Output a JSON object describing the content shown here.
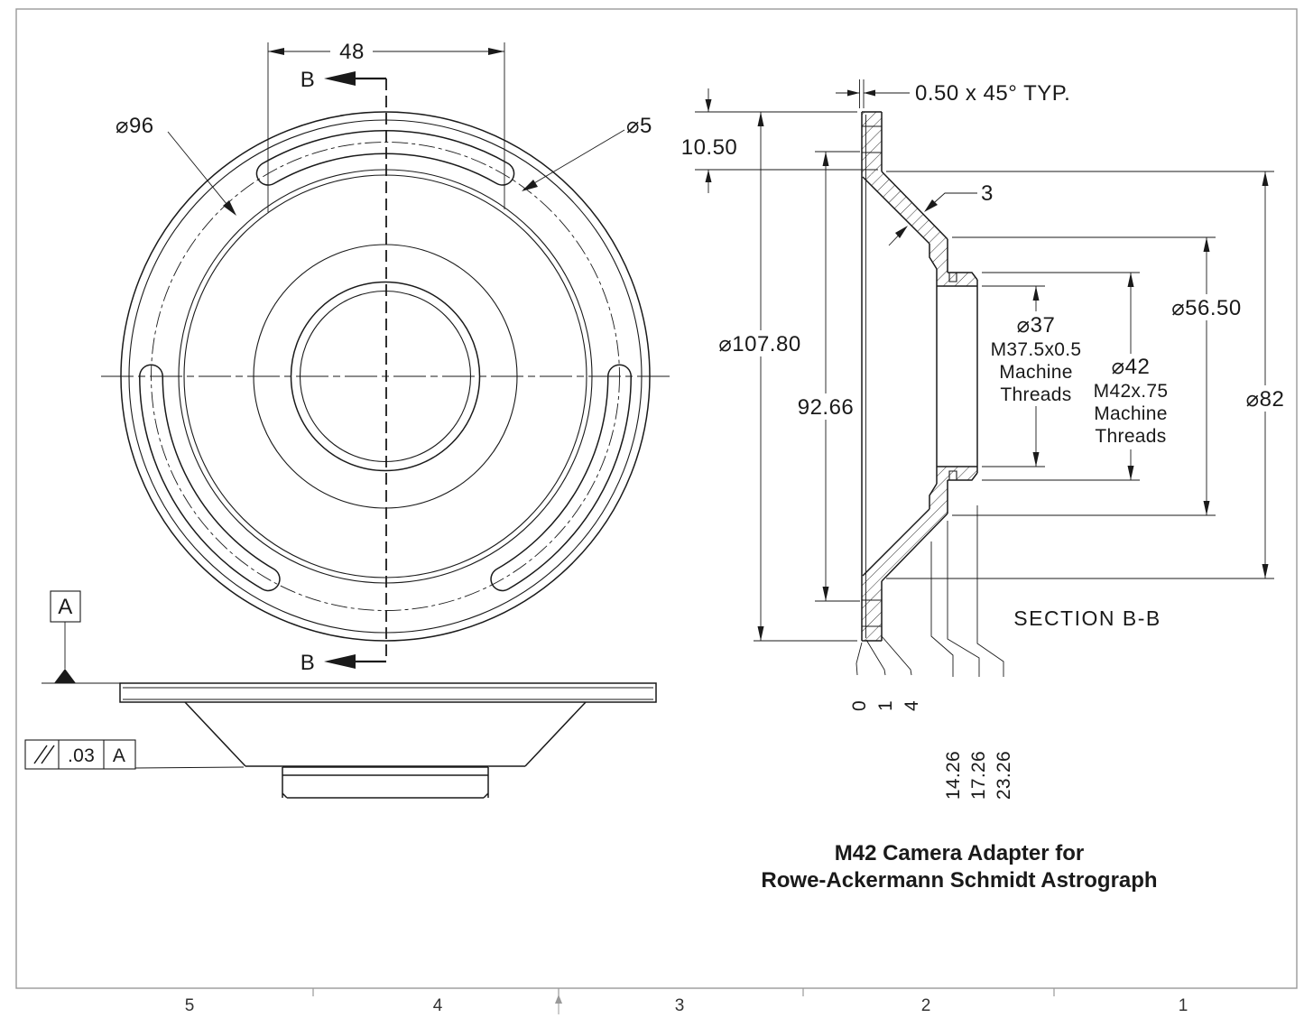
{
  "drawing": {
    "front_view": {
      "width_dim": "48",
      "bolt_circle_label": "⌀96",
      "slot_dia_label": "⌀5",
      "cut_label_top": "B",
      "cut_label_bottom": "B"
    },
    "datum": {
      "label": "A"
    },
    "fcf": {
      "symbol": "//",
      "tolerance": ".03",
      "datum_ref": "A"
    },
    "section_view": {
      "chamfer_note": "0.50 x 45° TYP.",
      "wall_thickness": "3",
      "dia_outer": "⌀107.80",
      "flange_width_dim": "10.50",
      "inner_dim": "92.66",
      "dia_bore": "⌀37",
      "bore_thread": "M37.5x0.5",
      "bore_thread_word1": "Machine",
      "bore_thread_word2": "Threads",
      "dia_boss": "⌀42",
      "boss_thread": "M42x.75",
      "boss_thread_word1": "Machine",
      "boss_thread_word2": "Threads",
      "dia_shoulder": "⌀56.50",
      "dia_bevel": "⌀82",
      "title": "SECTION B-B",
      "ordinates": [
        "0",
        "1",
        "4",
        "14.26",
        "17.26",
        "23.26"
      ]
    },
    "title_block": {
      "line1": "M42 Camera Adapter for",
      "line2": "Rowe-Ackermann Schmidt Astrograph"
    },
    "sheet": {
      "zones": [
        "5",
        "4",
        "3",
        "2",
        "1"
      ]
    },
    "colors": {
      "line": "#1a1a1a",
      "frame": "#999999",
      "background": "#ffffff"
    }
  }
}
